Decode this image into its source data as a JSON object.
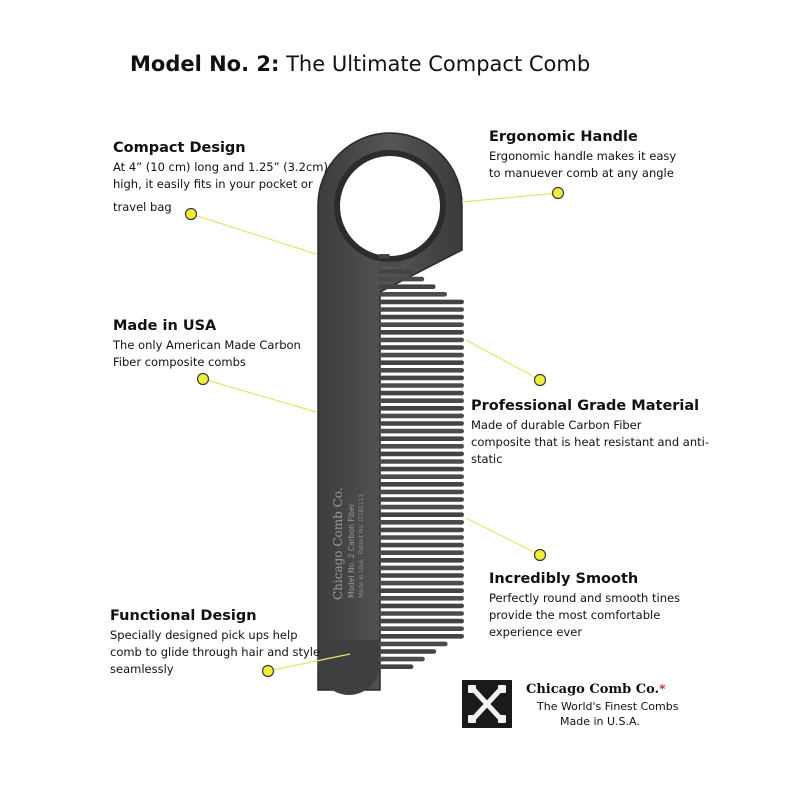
{
  "title": {
    "bold": "Model No. 2:",
    "rest": " The Ultimate Compact Comb"
  },
  "callouts": {
    "compact": {
      "heading": "Compact Design",
      "lines": [
        "At 4” (10 cm) long and 1.25” (3.2cm)",
        "high, it easily fits in your pocket or",
        "travel bag"
      ]
    },
    "usa": {
      "heading": "Made in USA",
      "lines": [
        "The only American Made Carbon",
        "Fiber composite combs"
      ]
    },
    "functional": {
      "heading": "Functional Design",
      "lines": [
        "Specially designed pick ups help",
        "comb to glide through hair and style",
        "seamlessly"
      ]
    },
    "ergonomic": {
      "heading": "Ergonomic Handle",
      "lines": [
        "Ergonomic handle makes it easy",
        "to manuever comb at any angle"
      ]
    },
    "professional": {
      "heading": "Professional Grade Material",
      "lines": [
        "Made of durable Carbon Fiber",
        "composite that is heat resistant and anti-",
        "static"
      ]
    },
    "smooth": {
      "heading": "Incredibly Smooth",
      "lines": [
        "Perfectly round and smooth tines",
        "provide the most comfortable",
        "experience ever"
      ]
    }
  },
  "comb_engraving": {
    "brand": "Chicago Comb Co.",
    "model": "Model No. 2 Carbon Fiber",
    "origin": "Made in USA · Patent No. D782111"
  },
  "logo": {
    "name": "Chicago Comb Co.",
    "star": "*",
    "tagline": "The World's Finest Combs",
    "made": "Made in U.S.A."
  },
  "colors": {
    "dot": "#f2ec3a",
    "comb": "#4a4a4c",
    "comb_dark": "#2e2e30",
    "leader": "#e8e46a"
  }
}
